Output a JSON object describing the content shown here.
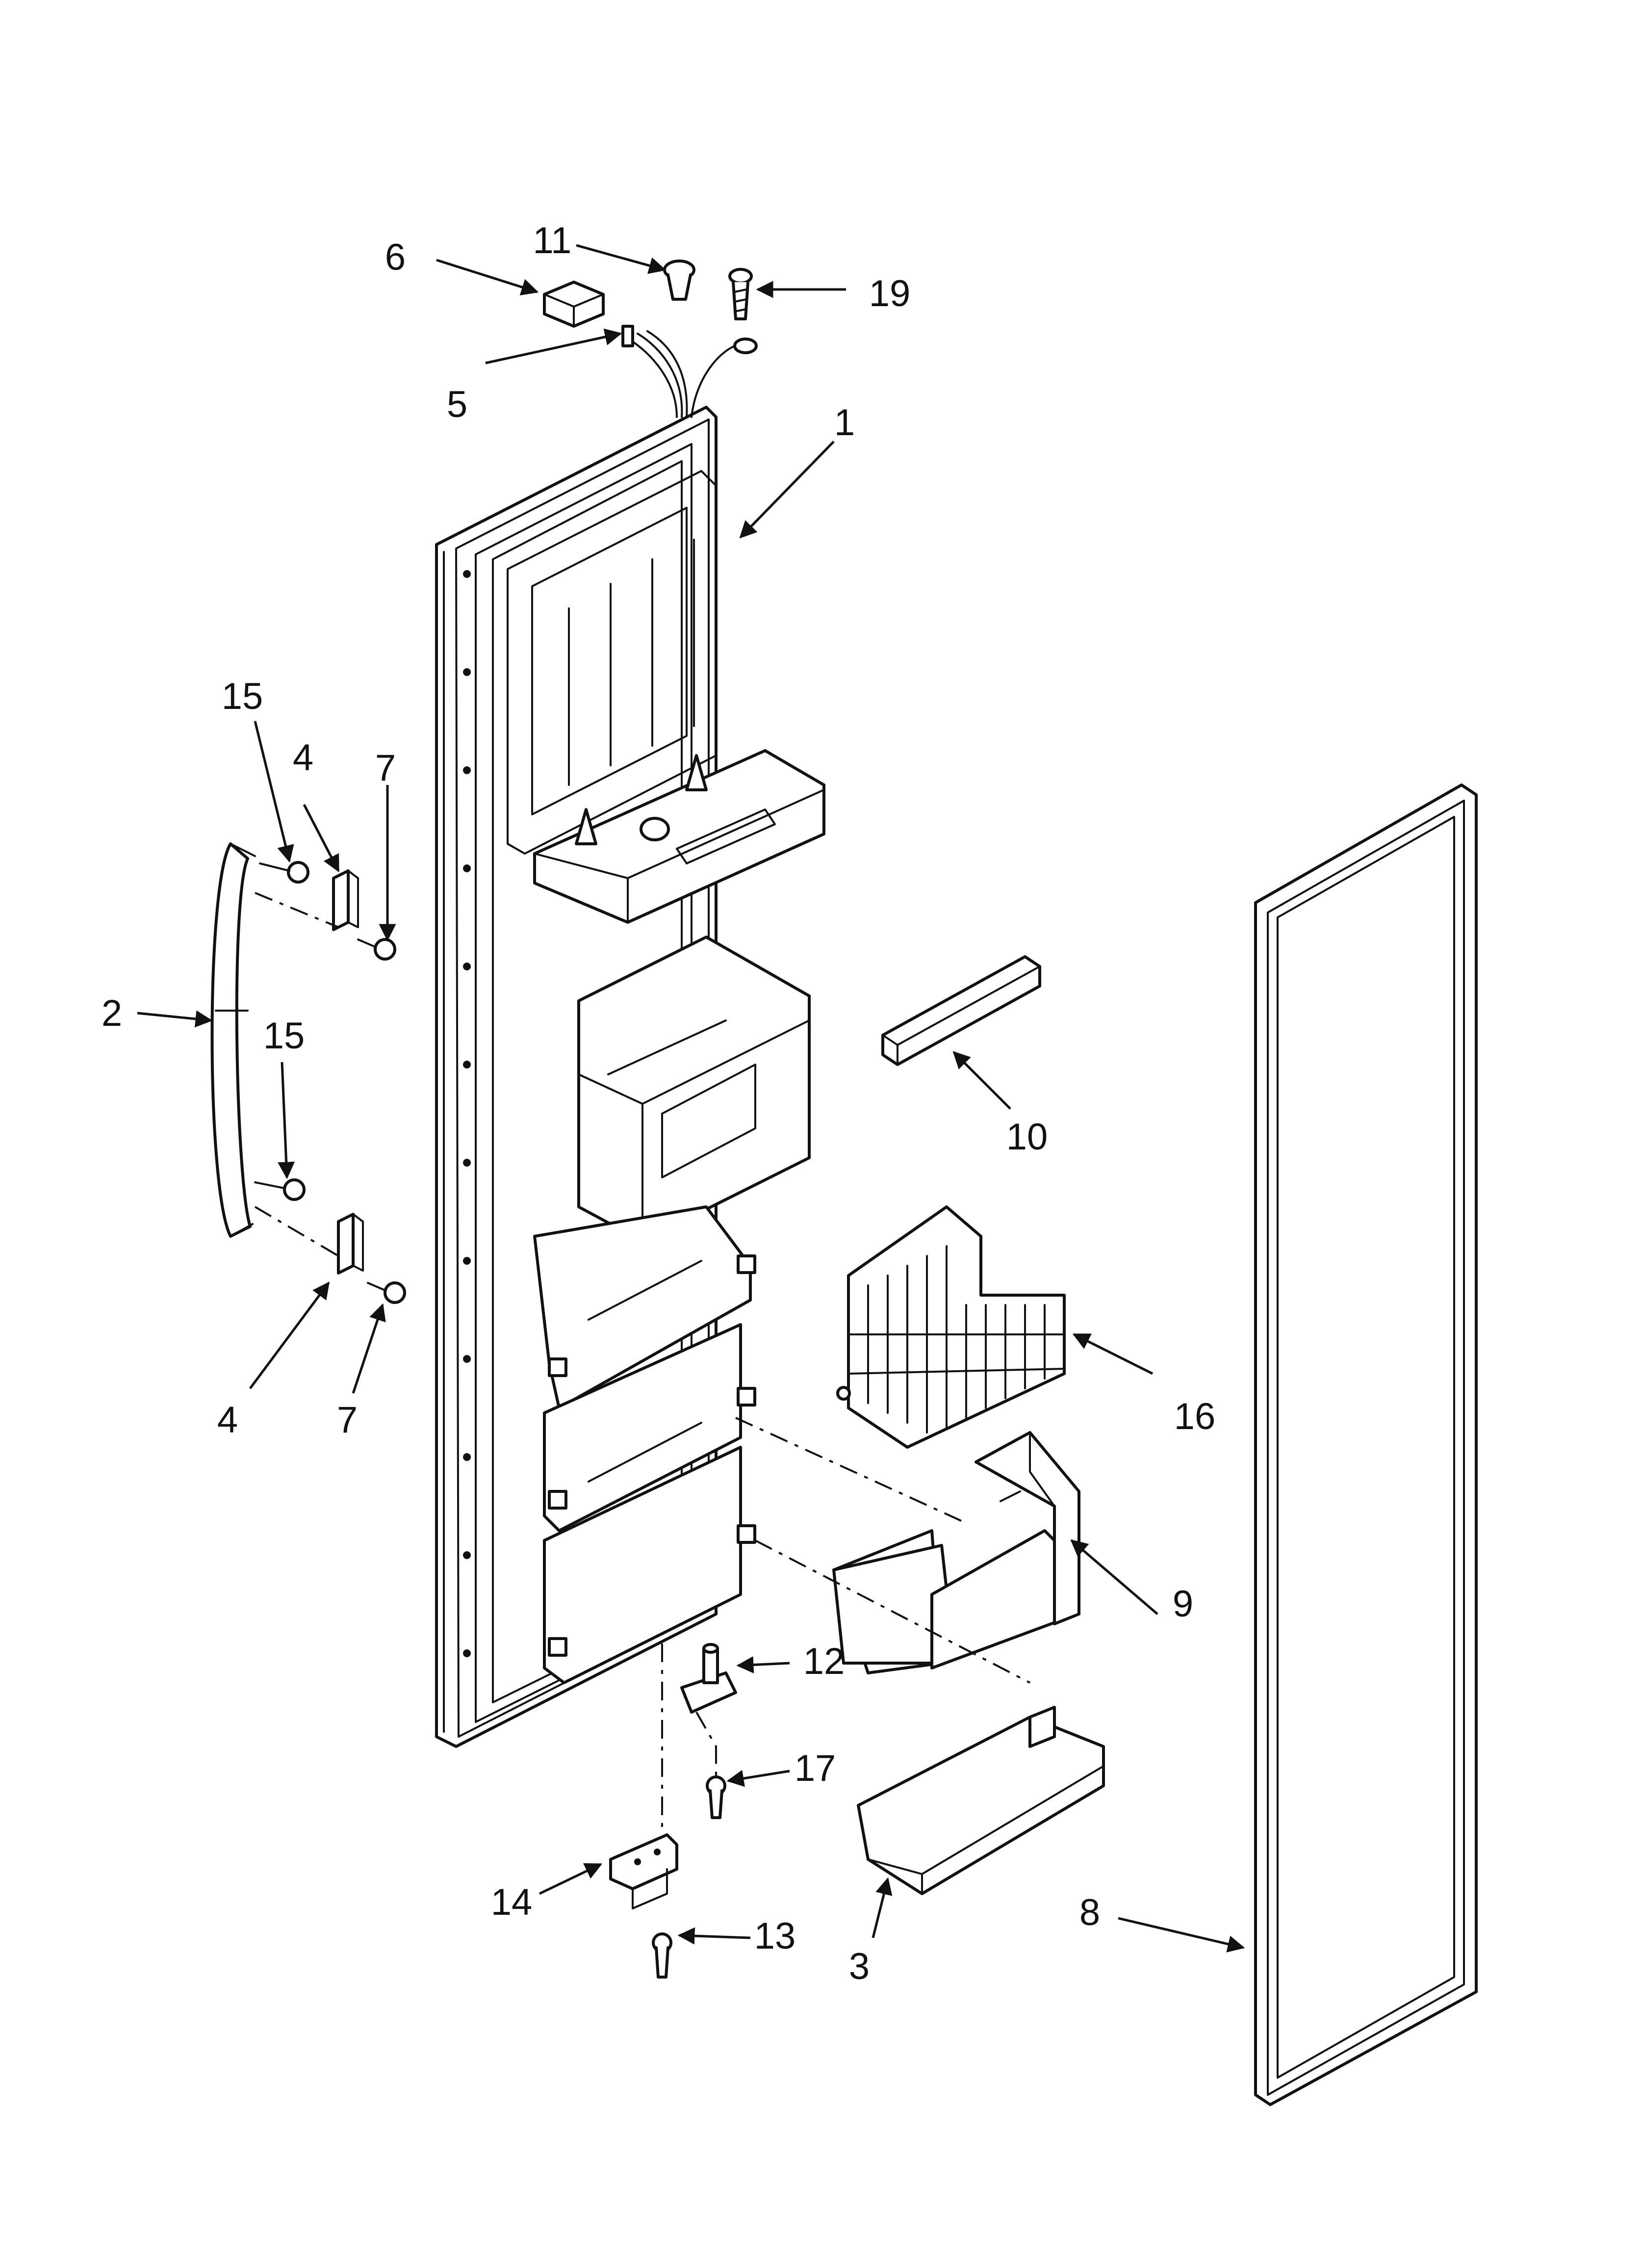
{
  "callouts": [
    {
      "id": "c1",
      "label": "1"
    },
    {
      "id": "c2",
      "label": "2"
    },
    {
      "id": "c3",
      "label": "3"
    },
    {
      "id": "c4a",
      "label": "4"
    },
    {
      "id": "c4b",
      "label": "4"
    },
    {
      "id": "c5",
      "label": "5"
    },
    {
      "id": "c6",
      "label": "6"
    },
    {
      "id": "c7a",
      "label": "7"
    },
    {
      "id": "c7b",
      "label": "7"
    },
    {
      "id": "c8",
      "label": "8"
    },
    {
      "id": "c9",
      "label": "9"
    },
    {
      "id": "c10",
      "label": "10"
    },
    {
      "id": "c11",
      "label": "11"
    },
    {
      "id": "c12",
      "label": "12"
    },
    {
      "id": "c13",
      "label": "13"
    },
    {
      "id": "c14",
      "label": "14"
    },
    {
      "id": "c15a",
      "label": "15"
    },
    {
      "id": "c15b",
      "label": "15"
    },
    {
      "id": "c16",
      "label": "16"
    },
    {
      "id": "c17",
      "label": "17"
    },
    {
      "id": "c19",
      "label": "19"
    }
  ],
  "colors": {
    "line": "#111111",
    "background": "#ffffff"
  }
}
